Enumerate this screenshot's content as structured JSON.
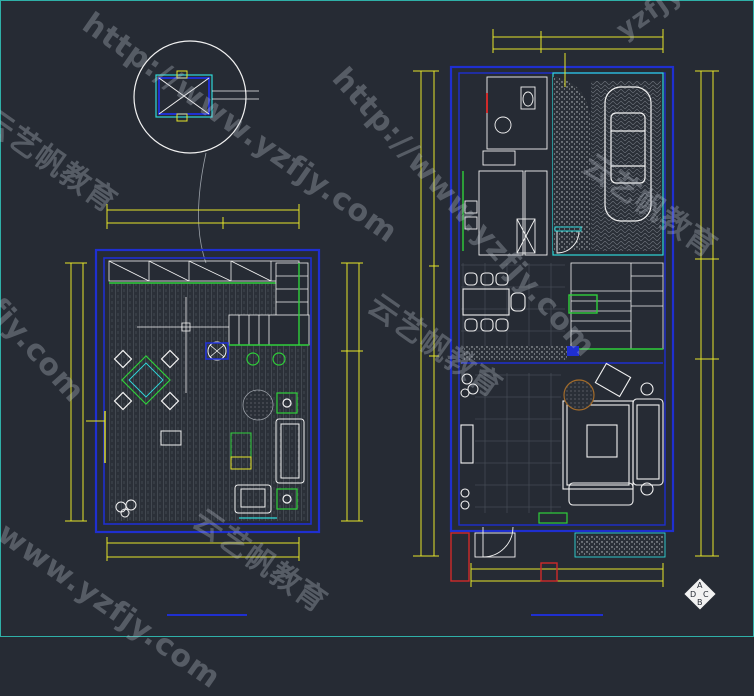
{
  "drawing": {
    "title": "",
    "views": [
      "mezzanine-plan",
      "ground-floor-plan",
      "key-plan-detail"
    ]
  },
  "watermarks": [
    "http://www.yzfjy.com",
    "http://www.yzfjy.com",
    "yzfjy.com",
    "云艺帆教育",
    "云艺帆教育",
    "云艺帆教育",
    "云艺帆教育",
    "fjy.com",
    "www.yzfjy.com"
  ],
  "north_badge": {
    "letters": [
      "A",
      "B",
      "C",
      "D"
    ]
  },
  "colors": {
    "background": "#262b34",
    "wall": "#1f2fd0",
    "dimension": "#e6e62a",
    "furniture": "#f2f2f2",
    "green": "#2fcf3a",
    "cyan": "#2fd8d8",
    "red": "#d02a2a",
    "frame": "#2fb0a8"
  }
}
